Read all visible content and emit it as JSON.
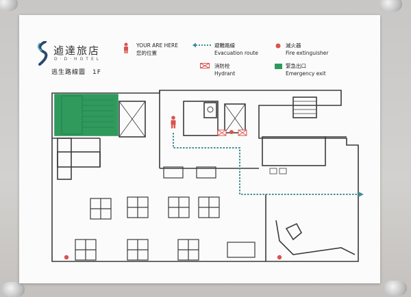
{
  "header": {
    "hotel_name": "逌達旅店",
    "hotel_sub": "D·D·HOTEL",
    "floor_label": "逃生路線圖　1F"
  },
  "legend": {
    "you_are_here_en": "YOUR ARE HERE",
    "you_are_here_zh": "您的位置",
    "evac_zh": "避難路線",
    "evac_en": "Evacuation route",
    "hydrant_zh": "消防栓",
    "hydrant_en": "Hydrant",
    "extinguisher_zh": "滅火器",
    "extinguisher_en": "Fire extinguisher",
    "exit_zh": "緊急出口",
    "exit_en": "Emergency exit"
  },
  "colors": {
    "exit_green": "#2f9a5c",
    "evac_blue": "#3f8e96",
    "marker_red": "#d9534f",
    "wall": "#3a3a3a"
  },
  "icons": [
    "logo-icon",
    "person-icon",
    "arrow-icon",
    "hydrant-icon",
    "extinguisher-icon",
    "exit-icon"
  ]
}
